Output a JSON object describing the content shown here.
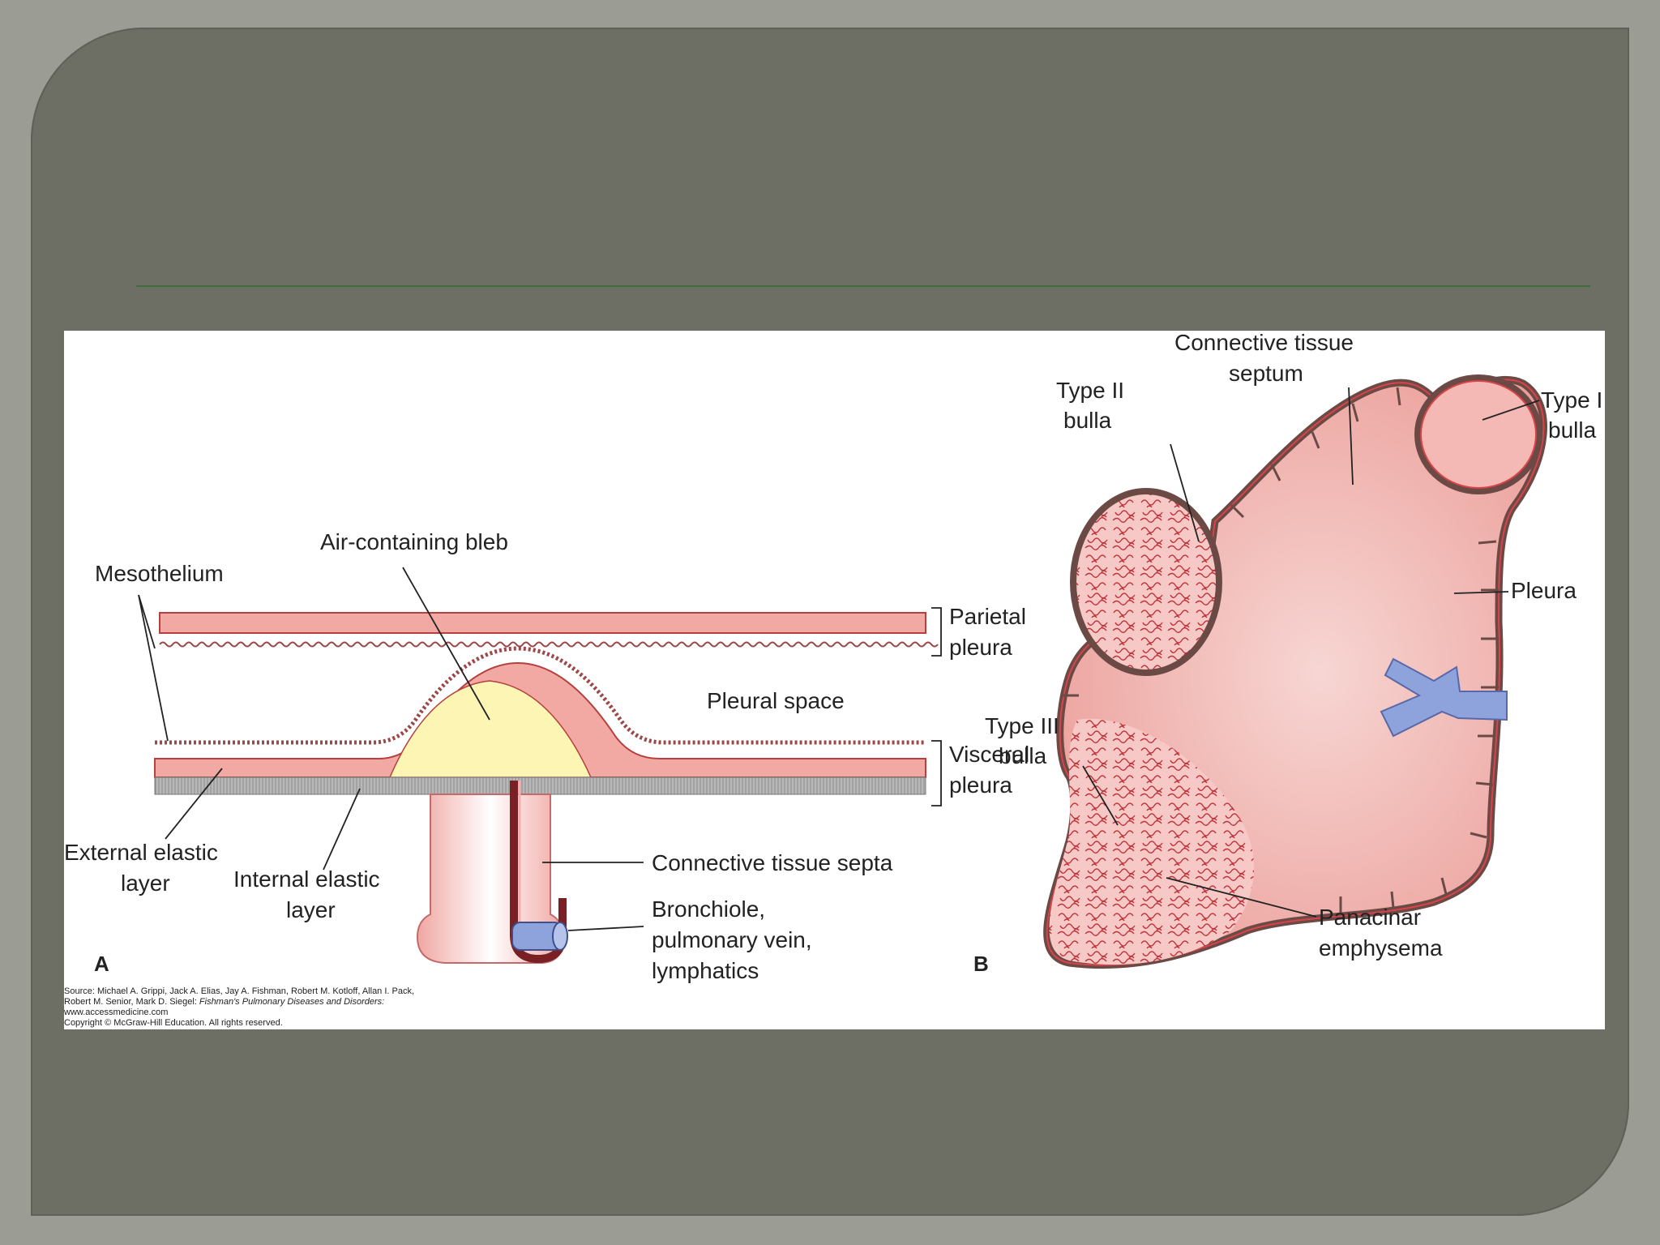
{
  "figure": {
    "panel_a": {
      "letter": "A",
      "labels": {
        "air_bleb": "Air-containing bleb",
        "mesothelium": "Mesothelium",
        "parietal_1": "Parietal",
        "parietal_2": "pleura",
        "pleural_space": "Pleural space",
        "visceral_1": "Visceral",
        "visceral_2": "pleura",
        "external_1": "External elastic",
        "external_2": "layer",
        "internal_1": "Internal elastic",
        "internal_2": "layer",
        "septa": "Connective tissue septa",
        "bronch_1": "Bronchiole,",
        "bronch_2": "pulmonary vein,",
        "bronch_3": "lymphatics"
      }
    },
    "panel_b": {
      "letter": "B",
      "labels": {
        "septum_1": "Connective tissue",
        "septum_2": "septum",
        "type2_1": "Type II",
        "type2_2": "bulla",
        "type1_1": "Type I",
        "type1_2": "bulla",
        "pleura": "Pleura",
        "type3_1": "Type III",
        "type3_2": "bulla",
        "panacinar_1": "Panacinar",
        "panacinar_2": "emphysema"
      }
    },
    "source": {
      "line1": "Source: Michael A. Grippi, Jack A. Elias, Jay A. Fishman, Robert M. Kotloff, Allan I. Pack,",
      "line2_a": "Robert M. Senior, Mark D. Siegel: ",
      "line2_b": "Fishman's Pulmonary Diseases and Disorders:",
      "line3": "www.accessmedicine.com",
      "line4": "Copyright © McGraw-Hill Education. All rights reserved."
    },
    "colors": {
      "tissue_pink": "#f2a9a4",
      "tissue_edge": "#b5413f",
      "bleb_yellow": "#fdf5b4",
      "elastic_gray": "#a9a9a9",
      "vessel_blue": "#8ea3dc",
      "septa_dark": "#7a1f24",
      "lung_fill": "#f1b6b2",
      "lung_border": "#6b4a46"
    }
  }
}
